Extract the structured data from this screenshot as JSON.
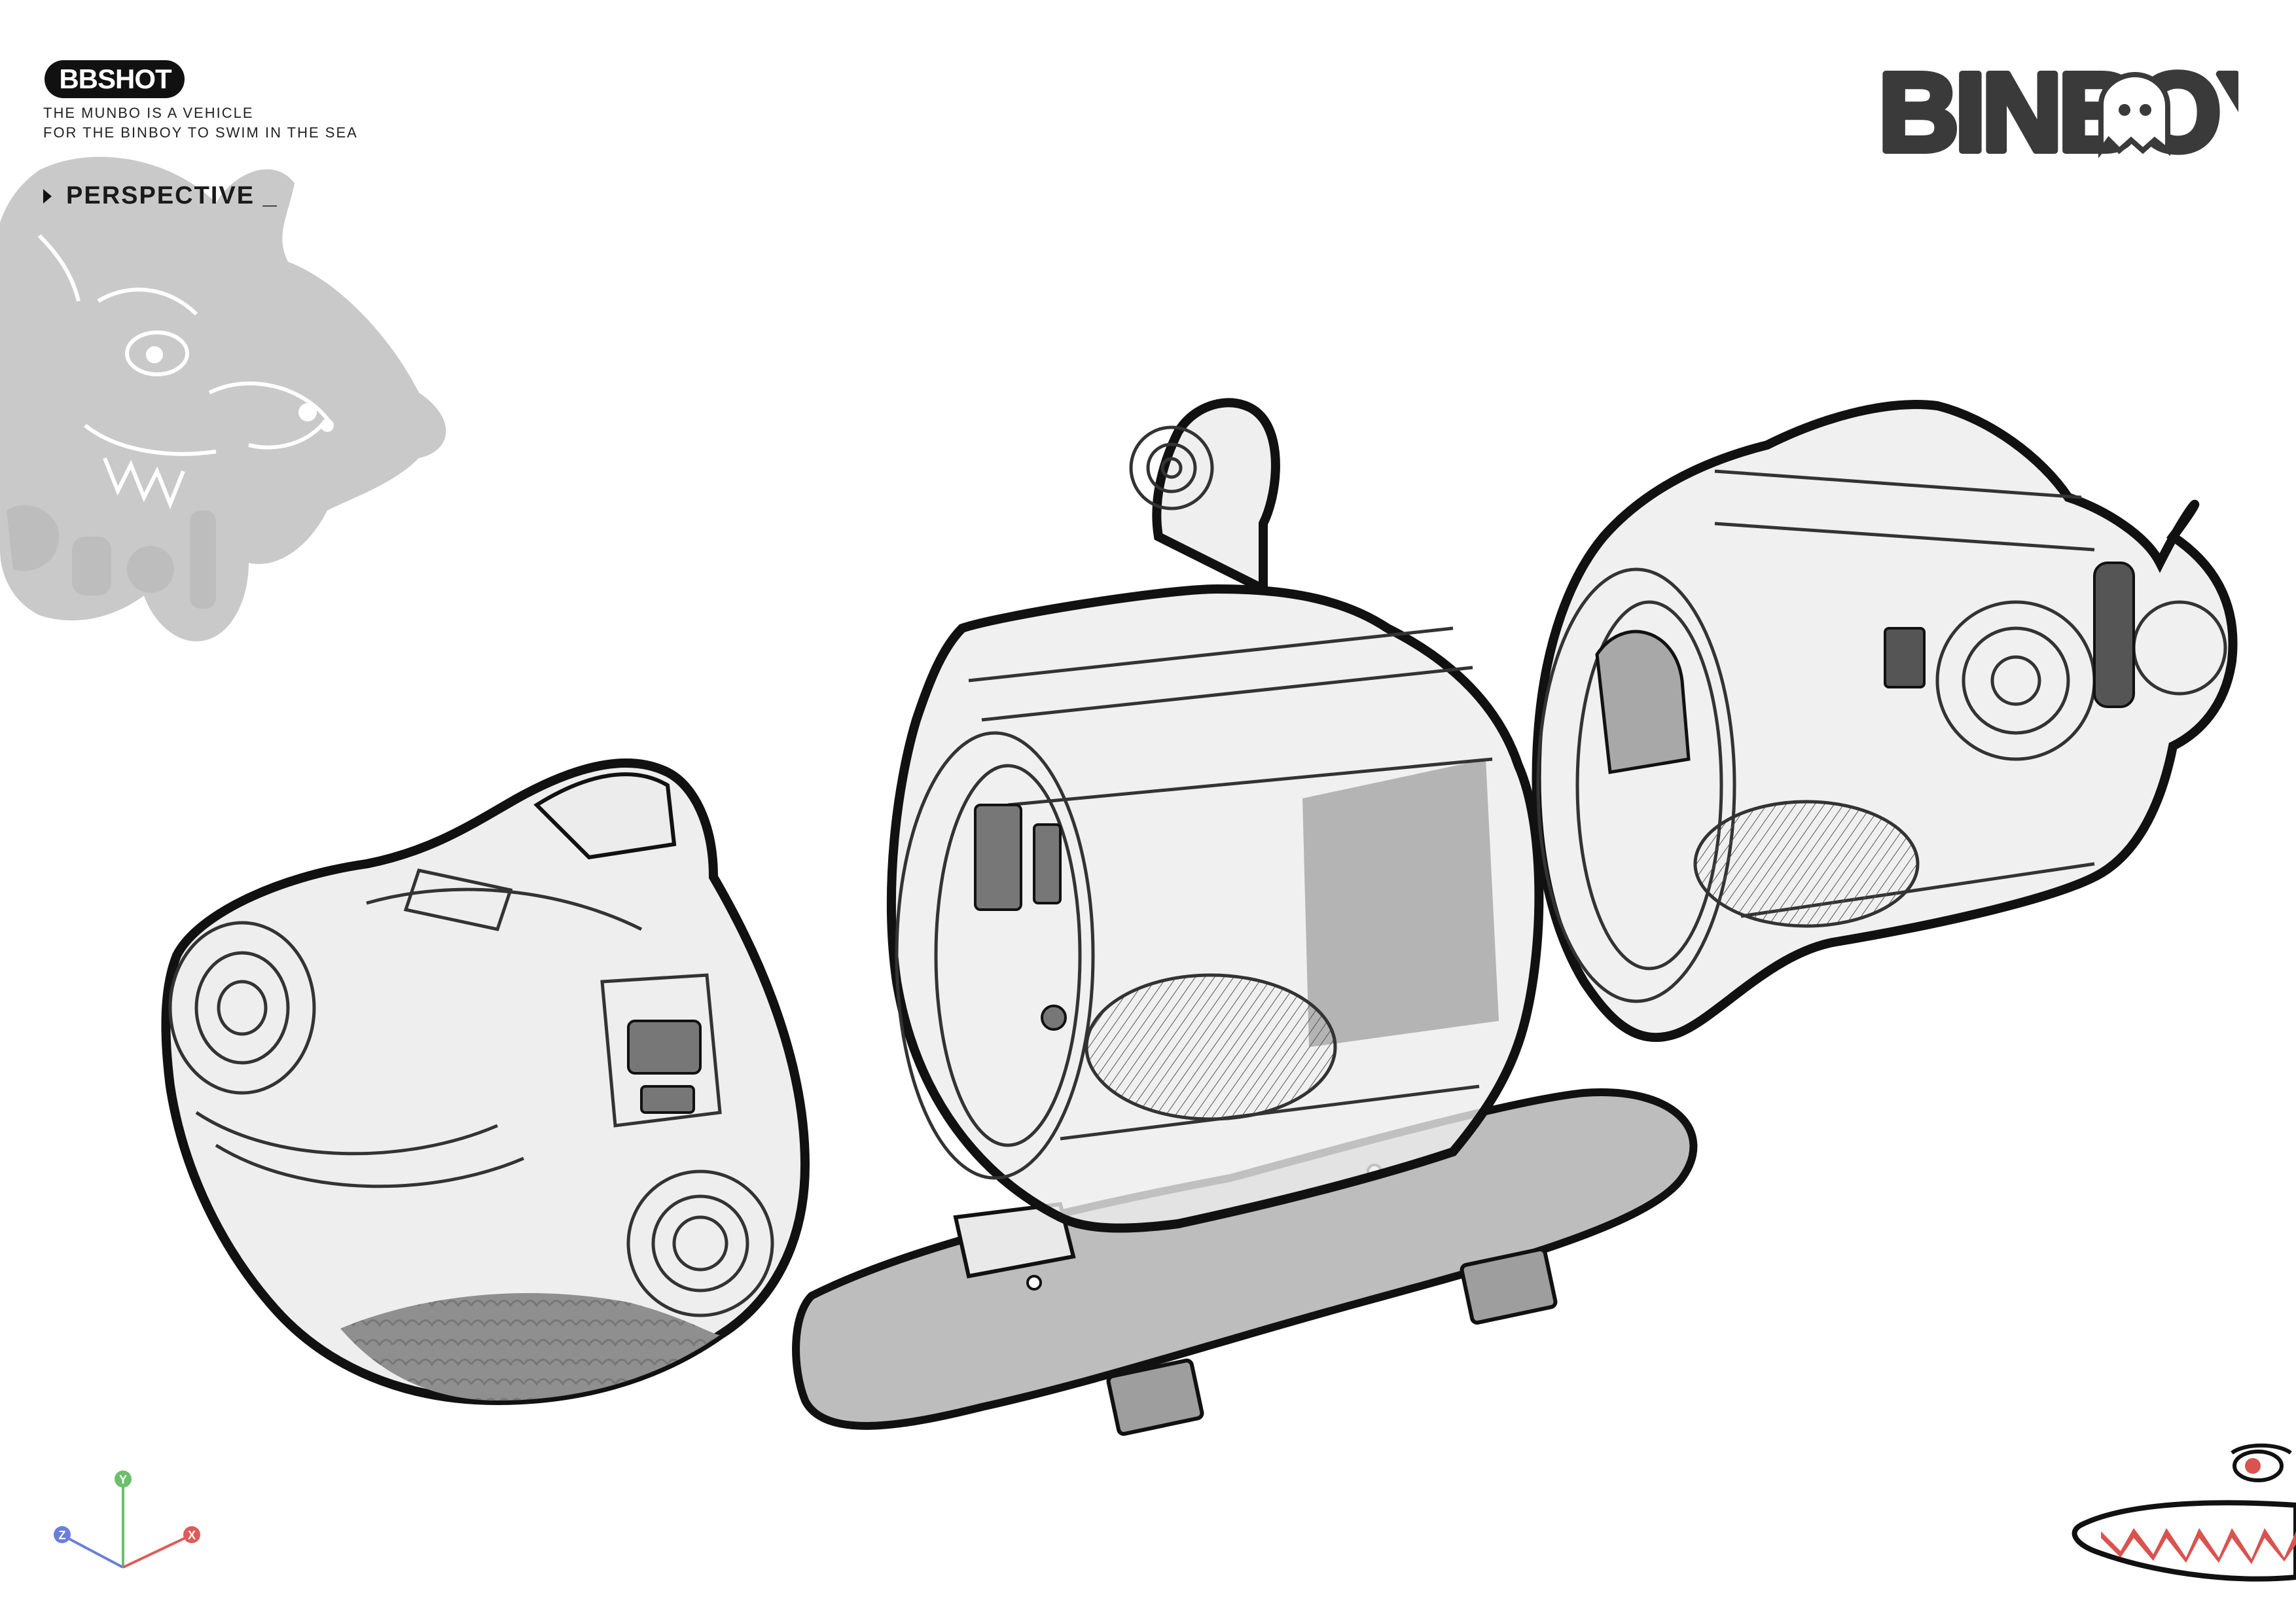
{
  "brand": {
    "logo_text": "BBSHOT",
    "tagline_lines": [
      "THE MUNBO IS A VEHICLE",
      "FOR THE BINBOY TO SWIM IN THE SEA"
    ]
  },
  "view": {
    "label": "PERSPECTIVE _",
    "marker_icon": "triangle-right-icon"
  },
  "title_logo": {
    "text": "BINBOY",
    "ghost_icon": "ghost-icon"
  },
  "axis_gizmo": {
    "x_label": "X",
    "y_label": "Y",
    "z_label": "Z",
    "colors": {
      "x": "#e05a5a",
      "y": "#6cbf6c",
      "z": "#6a7fd8"
    }
  },
  "parts": [
    {
      "name": "front-nose-module"
    },
    {
      "name": "middle-cabin-module"
    },
    {
      "name": "rear-engine-module"
    },
    {
      "name": "fin-plate"
    }
  ],
  "colors": {
    "ink": "#111111",
    "ghost_fill": "rgba(230,230,230,0.55)",
    "panel_gray": "#b4b4b4",
    "monster_gray": "#c8c8c8",
    "shark_red": "#d9534f"
  }
}
